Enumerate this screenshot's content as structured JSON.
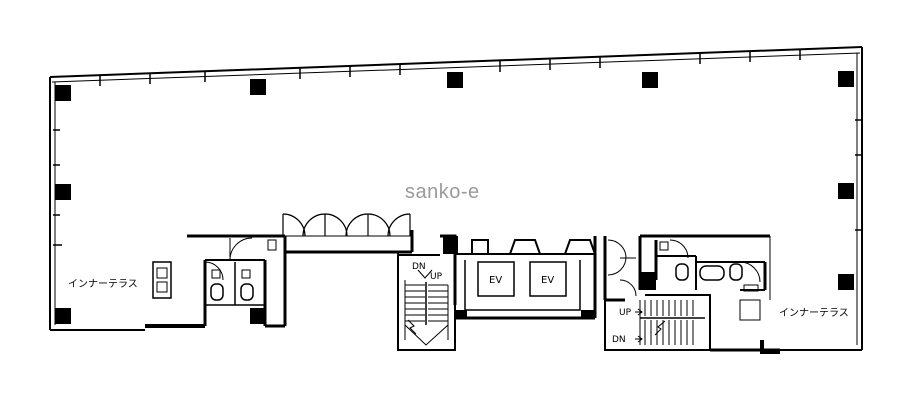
{
  "watermark": "sanko-e",
  "labels": {
    "terrace_left": "インナーテラス",
    "terrace_right": "インナーテラス",
    "elevator_1": "EV",
    "elevator_2": "EV",
    "stair_left_dn": "DN",
    "stair_left_up": "UP",
    "stair_right_up": "UP",
    "stair_right_dn": "DN"
  }
}
